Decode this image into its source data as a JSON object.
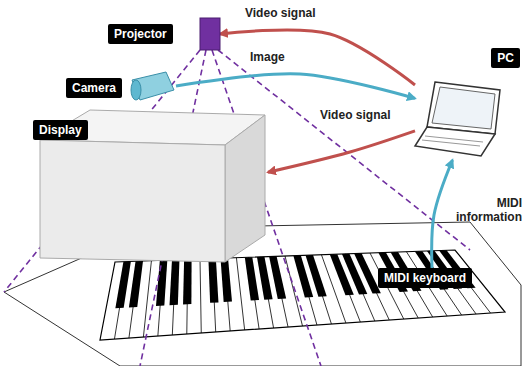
{
  "diagram": {
    "nodes": [
      {
        "text": [
          "Projector"
        ]
      },
      {
        "text": [
          "Camera"
        ]
      },
      {
        "text": [
          "Display"
        ]
      },
      {
        "text": [
          "PC"
        ]
      },
      {
        "text": [
          "MIDI keyboard"
        ]
      }
    ],
    "edges": [
      {
        "from": 3,
        "to": 0,
        "arrow": "to",
        "label": "Video signal"
      },
      {
        "from": 1,
        "to": 3,
        "arrow": "to",
        "label": "Image"
      },
      {
        "from": 3,
        "to": 2,
        "arrow": "to",
        "label": "Video signal"
      },
      {
        "from": 4,
        "to": 3,
        "arrow": "to",
        "label": "MIDI information"
      }
    ]
  }
}
